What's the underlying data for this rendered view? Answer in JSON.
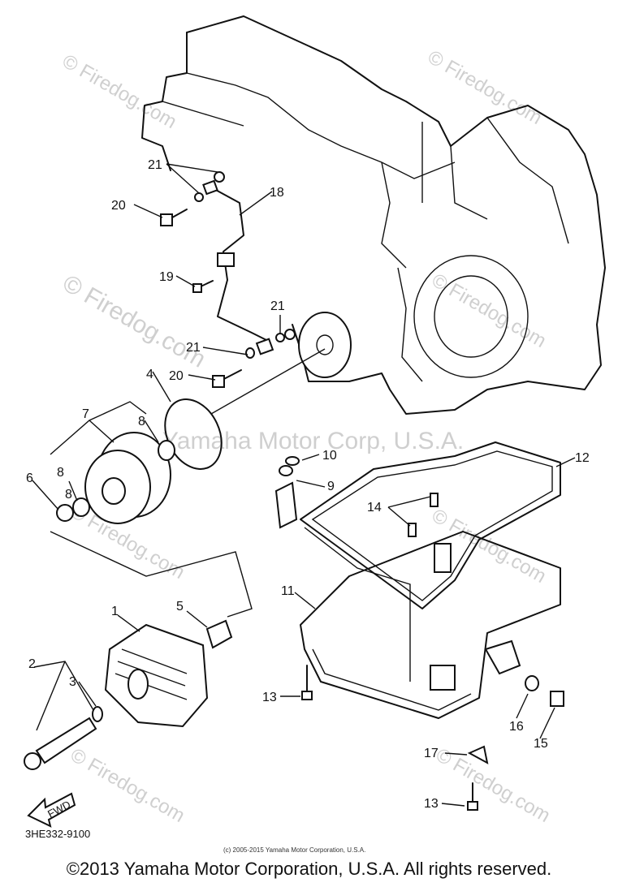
{
  "watermarks": {
    "firedog": "© Firedog.com",
    "yamaha": "Yamaha Motor Corp, U.S.A."
  },
  "part_code": "3HE332-9100",
  "fwd_label": "FWD",
  "small_copyright": "(c) 2005-2015 Yamaha Motor Corporation, U.S.A.",
  "footer": "©2013 Yamaha Motor Corporation, U.S.A. All rights reserved.",
  "callouts": {
    "c1": "1",
    "c2": "2",
    "c3": "3",
    "c4": "4",
    "c5": "5",
    "c6": "6",
    "c7": "7",
    "c8a": "8",
    "c8b": "8",
    "c8c": "8",
    "c9": "9",
    "c10": "10",
    "c11": "11",
    "c12": "12",
    "c13a": "13",
    "c13b": "13",
    "c14": "14",
    "c15": "15",
    "c16": "16",
    "c17": "17",
    "c18": "18",
    "c19": "19",
    "c20a": "20",
    "c20b": "20",
    "c21a": "21",
    "c21b": "21",
    "c21c": "21"
  }
}
